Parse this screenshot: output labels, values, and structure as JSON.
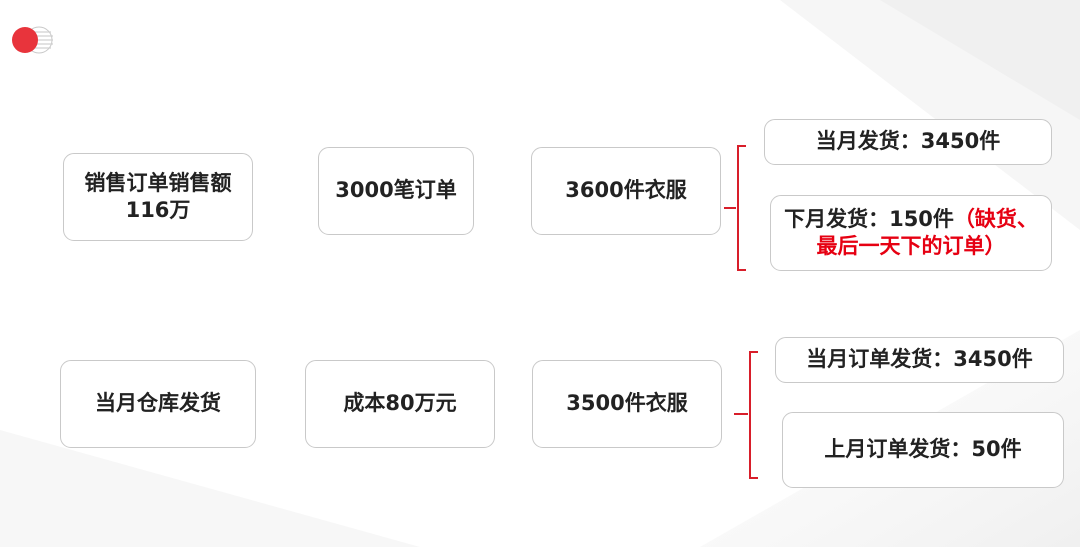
{
  "colors": {
    "brand_red": "#e60012",
    "bracket_red": "#d81e2a",
    "box_border": "#c9c9c9",
    "text": "#222222"
  },
  "logo": {
    "icon": "red-half-circle-logo"
  },
  "row1": {
    "sales": "销售订单销售额116万",
    "orders": "3000笔订单",
    "clothes": "3600件衣服",
    "ship_this_month": "当月发货：3450件",
    "ship_next_month": "下月发货：150件",
    "ship_next_month_note": "（缺货、最后一天下的订单）"
  },
  "row2": {
    "warehouse": "当月仓库发货",
    "cost": "成本80万元",
    "clothes": "3500件衣服",
    "ship_this_month_orders": "当月订单发货：3450件",
    "ship_last_month_orders": "上月订单发货：50件"
  }
}
